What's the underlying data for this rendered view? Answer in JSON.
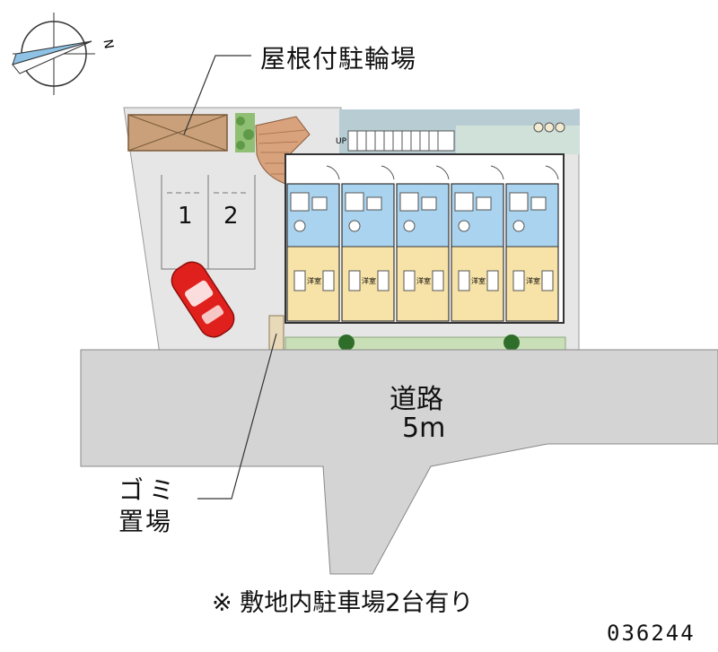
{
  "labels": {
    "compass_letter": "N",
    "bicycle_parking": "屋根付駐輪場",
    "road_name": "道路",
    "road_width": "5m",
    "garbage_line1": "ゴミ",
    "garbage_line2": "置場",
    "parking_note": "※ 敷地内駐車場2台有り",
    "reference_number": "036244",
    "up_mark": "UP",
    "unit_room": "洋室"
  },
  "parking": {
    "slots": [
      "1",
      "2"
    ]
  },
  "units": {
    "count": 5
  },
  "colors": {
    "roof_bike": "#c9a07a",
    "site": "#e6e6e6",
    "road": "#d4d4d4",
    "wet_area": "#a9d3ee",
    "room": "#f7e3a8",
    "brick": "#d7a27c",
    "car": "#e0201c",
    "grass": "#8fbf73",
    "building_back": "#b7cdd3"
  }
}
